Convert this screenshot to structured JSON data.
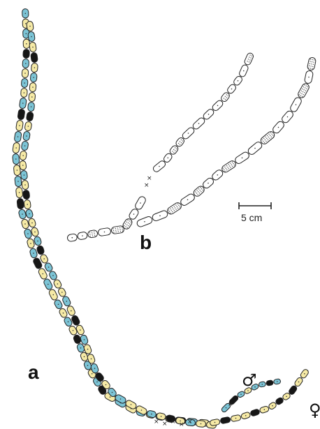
{
  "figure": {
    "panel_a_label": "a",
    "panel_b_label": "b",
    "scale_bar_label": "5 cm",
    "male_symbol": "♂",
    "female_symbol": "♀",
    "break_marker": "×"
  },
  "colors": {
    "segment_blue": "#7cc4d6",
    "segment_cream": "#f6eaa6",
    "segment_black": "#161616",
    "outline": "#222222",
    "stipple": "#555555"
  }
}
